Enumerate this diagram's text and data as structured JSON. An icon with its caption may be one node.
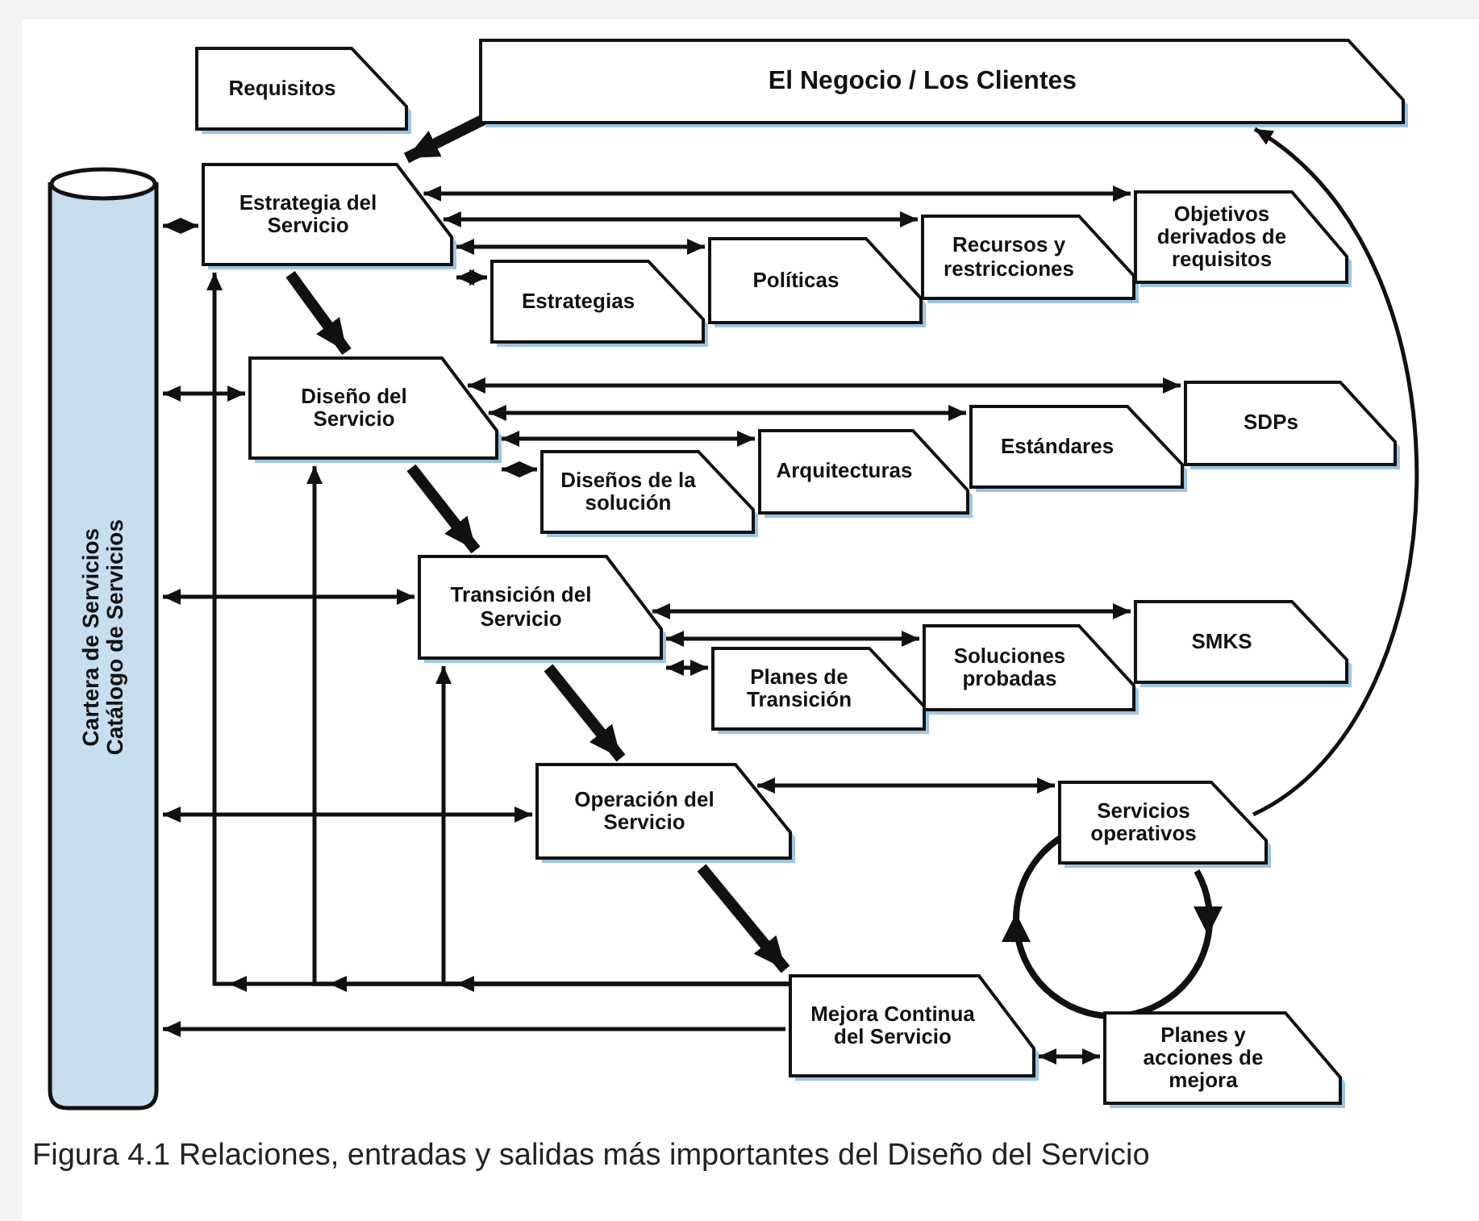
{
  "diagram": {
    "caption": "Figura 4.1 Relaciones, entradas y salidas más importantes del Diseño del Servicio",
    "nodes": [
      {
        "text": [
          "Requisitos"
        ]
      },
      {
        "text": [
          "El Negocio / Los Clientes"
        ]
      },
      {
        "text": [
          "Cartera de Servicios",
          "Catálogo de Servicios"
        ]
      },
      {
        "text": [
          "Estrategia del Servicio"
        ]
      },
      {
        "text": [
          "Estrategias"
        ]
      },
      {
        "text": [
          "Políticas"
        ]
      },
      {
        "text": [
          "Recursos y restricciones"
        ]
      },
      {
        "text": [
          "Objetivos derivados de requisitos"
        ]
      },
      {
        "text": [
          "Diseño del Servicio"
        ]
      },
      {
        "text": [
          "Diseños de la solución"
        ]
      },
      {
        "text": [
          "Arquitecturas"
        ]
      },
      {
        "text": [
          "Estándares"
        ]
      },
      {
        "text": [
          "SDPs"
        ]
      },
      {
        "text": [
          "Transición del Servicio"
        ]
      },
      {
        "text": [
          "Planes de Transición"
        ]
      },
      {
        "text": [
          "Soluciones probadas"
        ]
      },
      {
        "text": [
          "SMKS"
        ]
      },
      {
        "text": [
          "Operación del Servicio"
        ]
      },
      {
        "text": [
          "Servicios operativos"
        ]
      },
      {
        "text": [
          "Mejora Continua del Servicio"
        ]
      },
      {
        "text": [
          "Planes y acciones de mejora"
        ]
      }
    ],
    "edges": [
      {
        "from": 1,
        "to": 3,
        "arrow": "to",
        "style": "thick"
      },
      {
        "from": 2,
        "to": 3,
        "arrow": "both"
      },
      {
        "from": 3,
        "to": 7,
        "arrow": "both"
      },
      {
        "from": 3,
        "to": 6,
        "arrow": "both"
      },
      {
        "from": 3,
        "to": 5,
        "arrow": "both"
      },
      {
        "from": 3,
        "to": 4,
        "arrow": "both"
      },
      {
        "from": 3,
        "to": 8,
        "arrow": "to",
        "style": "thick"
      },
      {
        "from": 2,
        "to": 8,
        "arrow": "both"
      },
      {
        "from": 8,
        "to": 12,
        "arrow": "both"
      },
      {
        "from": 8,
        "to": 11,
        "arrow": "both"
      },
      {
        "from": 8,
        "to": 10,
        "arrow": "both"
      },
      {
        "from": 8,
        "to": 9,
        "arrow": "both"
      },
      {
        "from": 8,
        "to": 13,
        "arrow": "to",
        "style": "thick"
      },
      {
        "from": 2,
        "to": 13,
        "arrow": "both"
      },
      {
        "from": 13,
        "to": 16,
        "arrow": "both"
      },
      {
        "from": 13,
        "to": 15,
        "arrow": "both"
      },
      {
        "from": 13,
        "to": 14,
        "arrow": "both"
      },
      {
        "from": 13,
        "to": 17,
        "arrow": "to",
        "style": "thick"
      },
      {
        "from": 2,
        "to": 17,
        "arrow": "both"
      },
      {
        "from": 17,
        "to": 18,
        "arrow": "both"
      },
      {
        "from": 17,
        "to": 19,
        "arrow": "to",
        "style": "thick"
      },
      {
        "from": 19,
        "to": 13,
        "arrow": "to"
      },
      {
        "from": 19,
        "to": 8,
        "arrow": "to"
      },
      {
        "from": 19,
        "to": 3,
        "arrow": "to"
      },
      {
        "from": 19,
        "to": 2,
        "arrow": "to"
      },
      {
        "from": 19,
        "to": 20,
        "arrow": "both"
      },
      {
        "from": 18,
        "to": 1,
        "arrow": "to"
      }
    ]
  }
}
